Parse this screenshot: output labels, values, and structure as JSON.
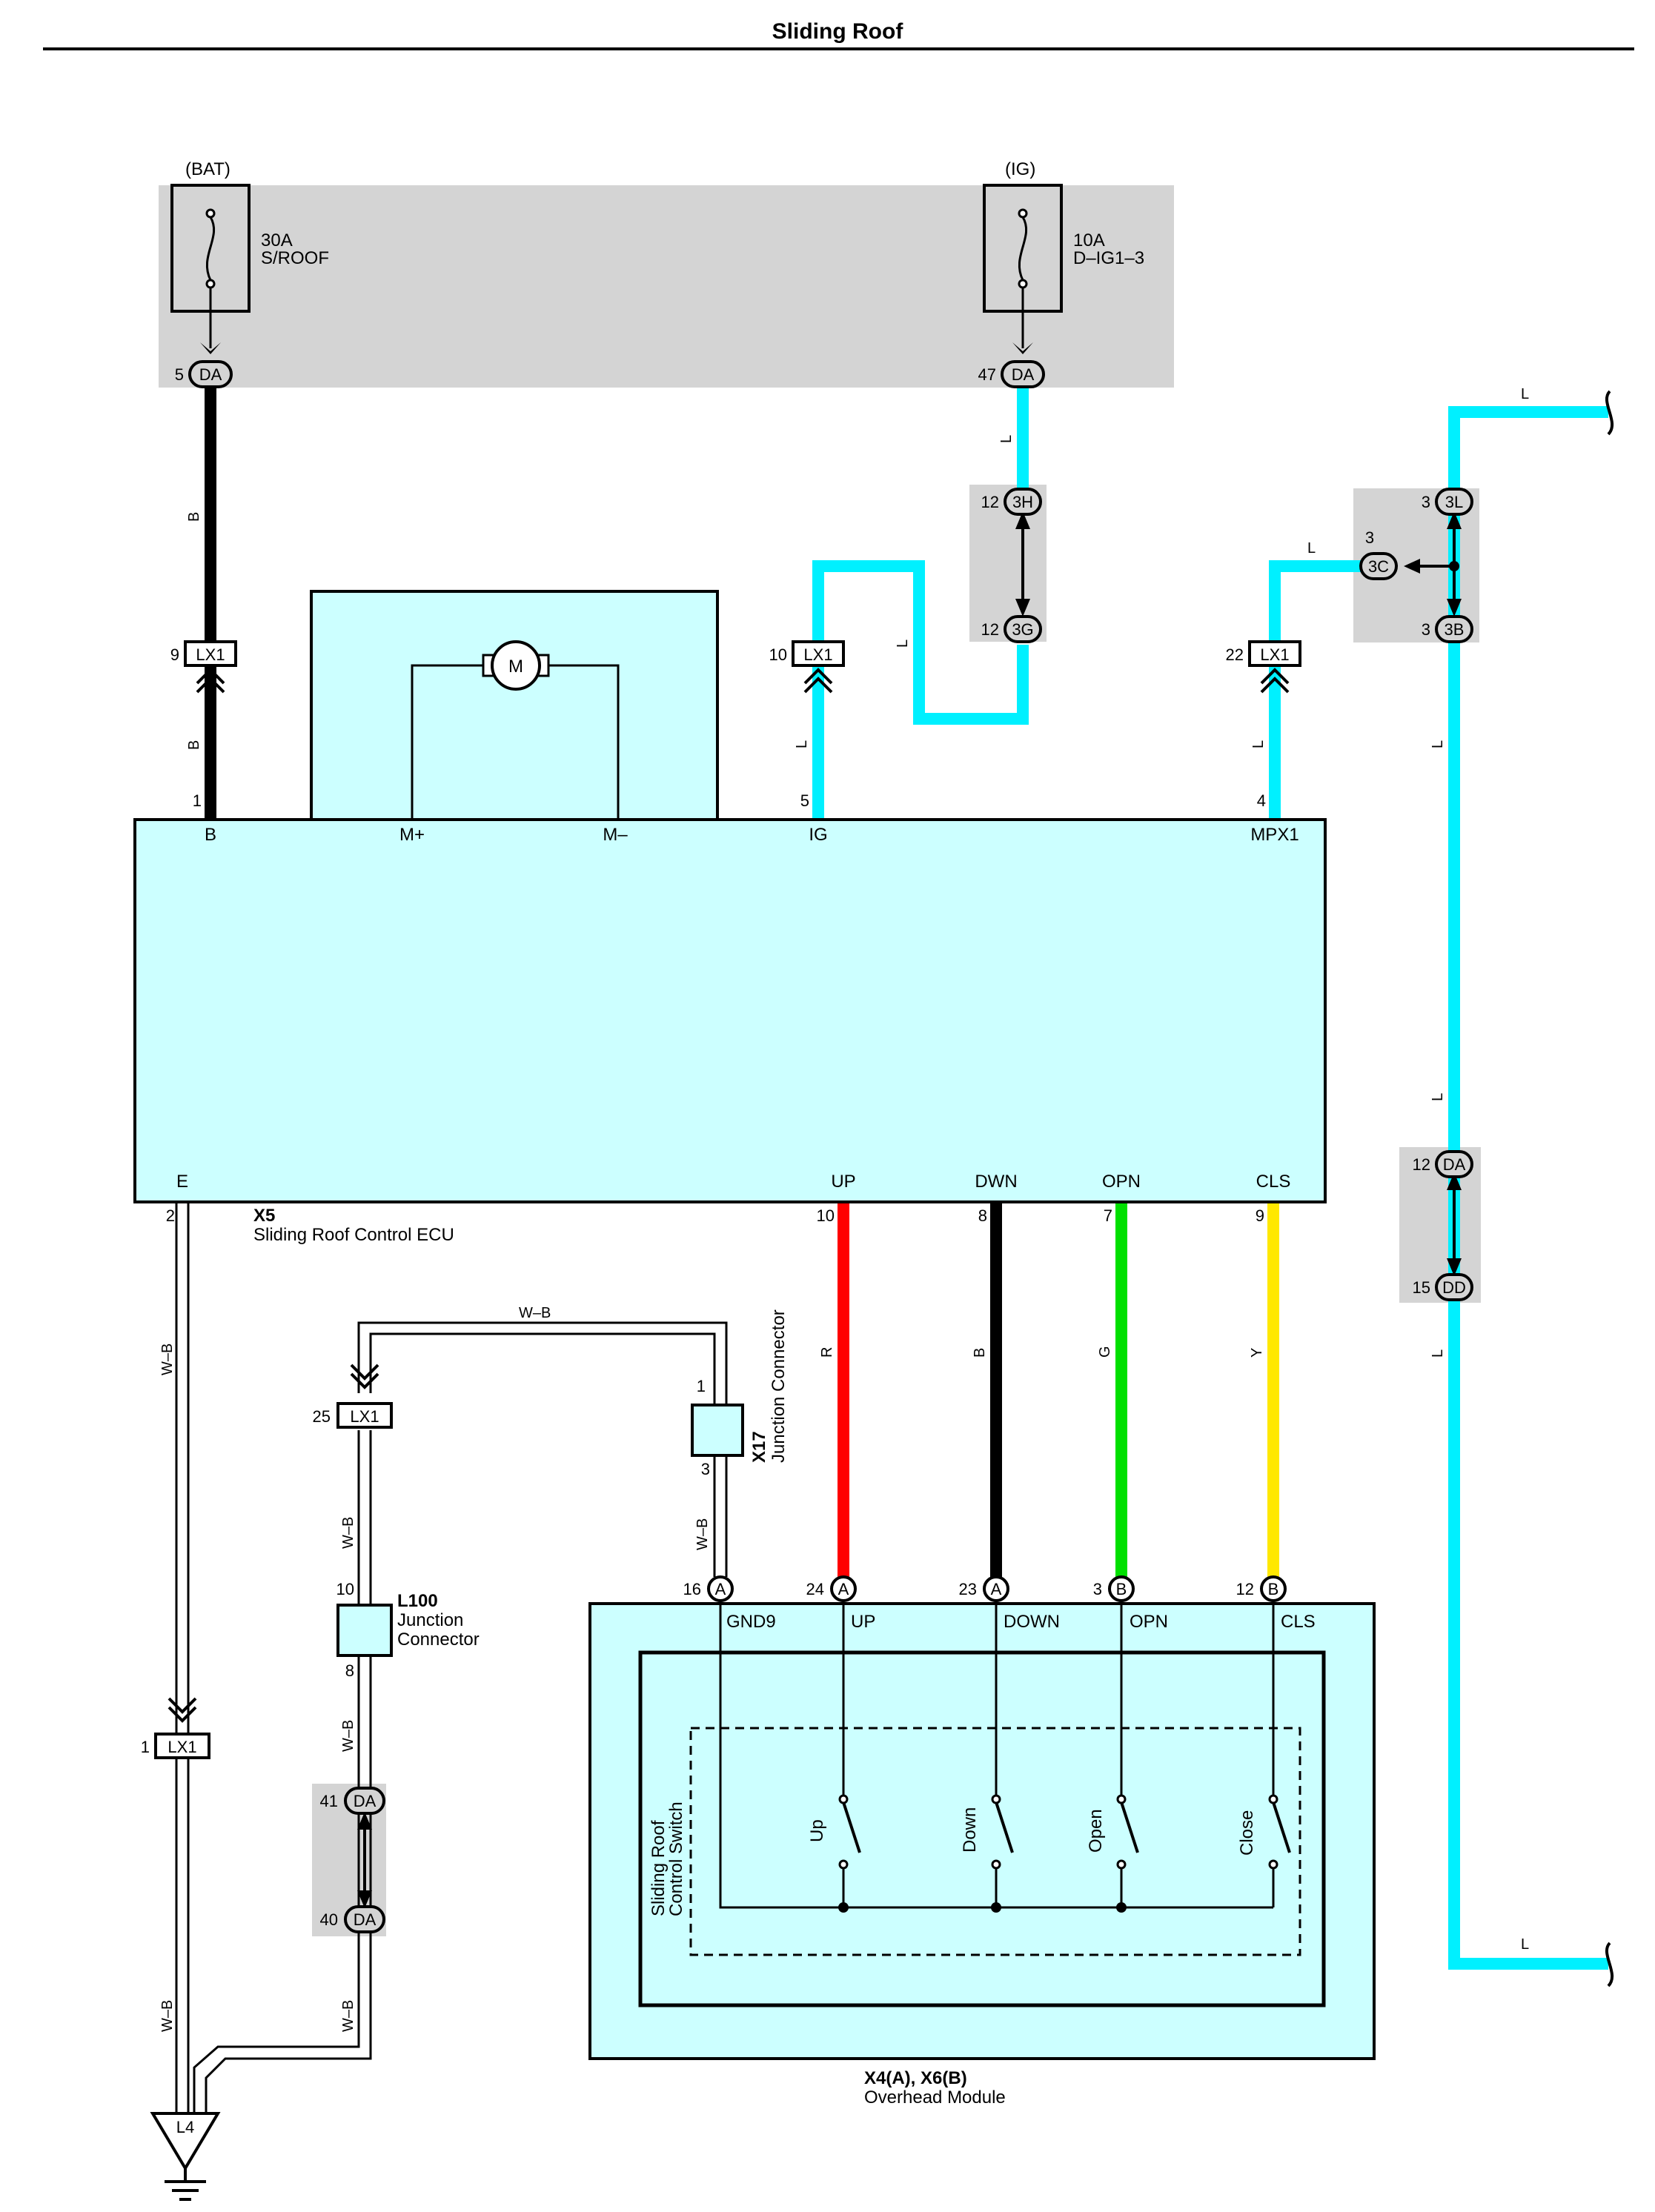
{
  "title": "Sliding Roof",
  "colors": {
    "cyan": "#00F0FF",
    "red": "#FF0000",
    "black": "#000000",
    "green": "#00E000",
    "yellow": "#FFE800",
    "gray_box": "#D4D4D4",
    "component_fill": "#CCFFFF"
  },
  "fuses": {
    "bat": {
      "source": "(BAT)",
      "amp": "30A",
      "name": "S/ROOF",
      "pin": "5",
      "conn": "DA"
    },
    "ig": {
      "source": "(IG)",
      "amp": "10A",
      "name": "D–IG1–3",
      "pin": "47",
      "conn": "DA"
    }
  },
  "connectors": {
    "lx1_9": {
      "pin": "9",
      "name": "LX1"
    },
    "lx1_10": {
      "pin": "10",
      "name": "LX1"
    },
    "lx1_22": {
      "pin": "22",
      "name": "LX1"
    },
    "lx1_25": {
      "pin": "25",
      "name": "LX1"
    },
    "lx1_1": {
      "pin": "1",
      "name": "LX1"
    },
    "c3h": {
      "pin": "12",
      "name": "3H"
    },
    "c3g": {
      "pin": "12",
      "name": "3G"
    },
    "c3l": {
      "pin": "3",
      "name": "3L"
    },
    "c3c": {
      "pin": "3",
      "name": "3C"
    },
    "c3b": {
      "pin": "3",
      "name": "3B"
    },
    "c_da12": {
      "pin": "12",
      "name": "DA"
    },
    "c_dd15": {
      "pin": "15",
      "name": "DD"
    },
    "c_da41": {
      "pin": "41",
      "name": "DA"
    },
    "c_da40": {
      "pin": "40",
      "name": "DA"
    }
  },
  "wires": {
    "b": "B",
    "l": "L",
    "wb": "W–B",
    "r": "R",
    "g": "G",
    "y": "Y"
  },
  "ecu": {
    "code": "X5",
    "name": "Sliding Roof Control ECU",
    "motor": "M",
    "top_pins": [
      {
        "num": "1",
        "label": "B"
      },
      {
        "num": "",
        "label": "M+"
      },
      {
        "num": "",
        "label": "M–"
      },
      {
        "num": "5",
        "label": "IG"
      },
      {
        "num": "4",
        "label": "MPX1"
      }
    ],
    "bottom_pins": [
      {
        "num": "2",
        "label": "E"
      },
      {
        "num": "10",
        "label": "UP"
      },
      {
        "num": "8",
        "label": "DWN"
      },
      {
        "num": "7",
        "label": "OPN"
      },
      {
        "num": "9",
        "label": "CLS"
      }
    ]
  },
  "x17": {
    "code": "X17",
    "name": "Junction Connector",
    "pin_top": "1",
    "pin_bottom": "3"
  },
  "l100": {
    "code": "L100",
    "name1": "Junction",
    "name2": "Connector",
    "pin_top": "10",
    "pin_bottom": "8"
  },
  "module": {
    "code": "X4(A), X6(B)",
    "name": "Overhead Module",
    "switch_name1": "Sliding Roof",
    "switch_name2": "Control Switch",
    "pins": [
      {
        "num": "16",
        "conn": "A",
        "label": "GND9"
      },
      {
        "num": "24",
        "conn": "A",
        "label": "UP"
      },
      {
        "num": "23",
        "conn": "A",
        "label": "DOWN"
      },
      {
        "num": "3",
        "conn": "B",
        "label": "OPN"
      },
      {
        "num": "12",
        "conn": "B",
        "label": "CLS"
      }
    ],
    "switches": [
      "Up",
      "Down",
      "Open",
      "Close"
    ]
  },
  "ground": "L4"
}
